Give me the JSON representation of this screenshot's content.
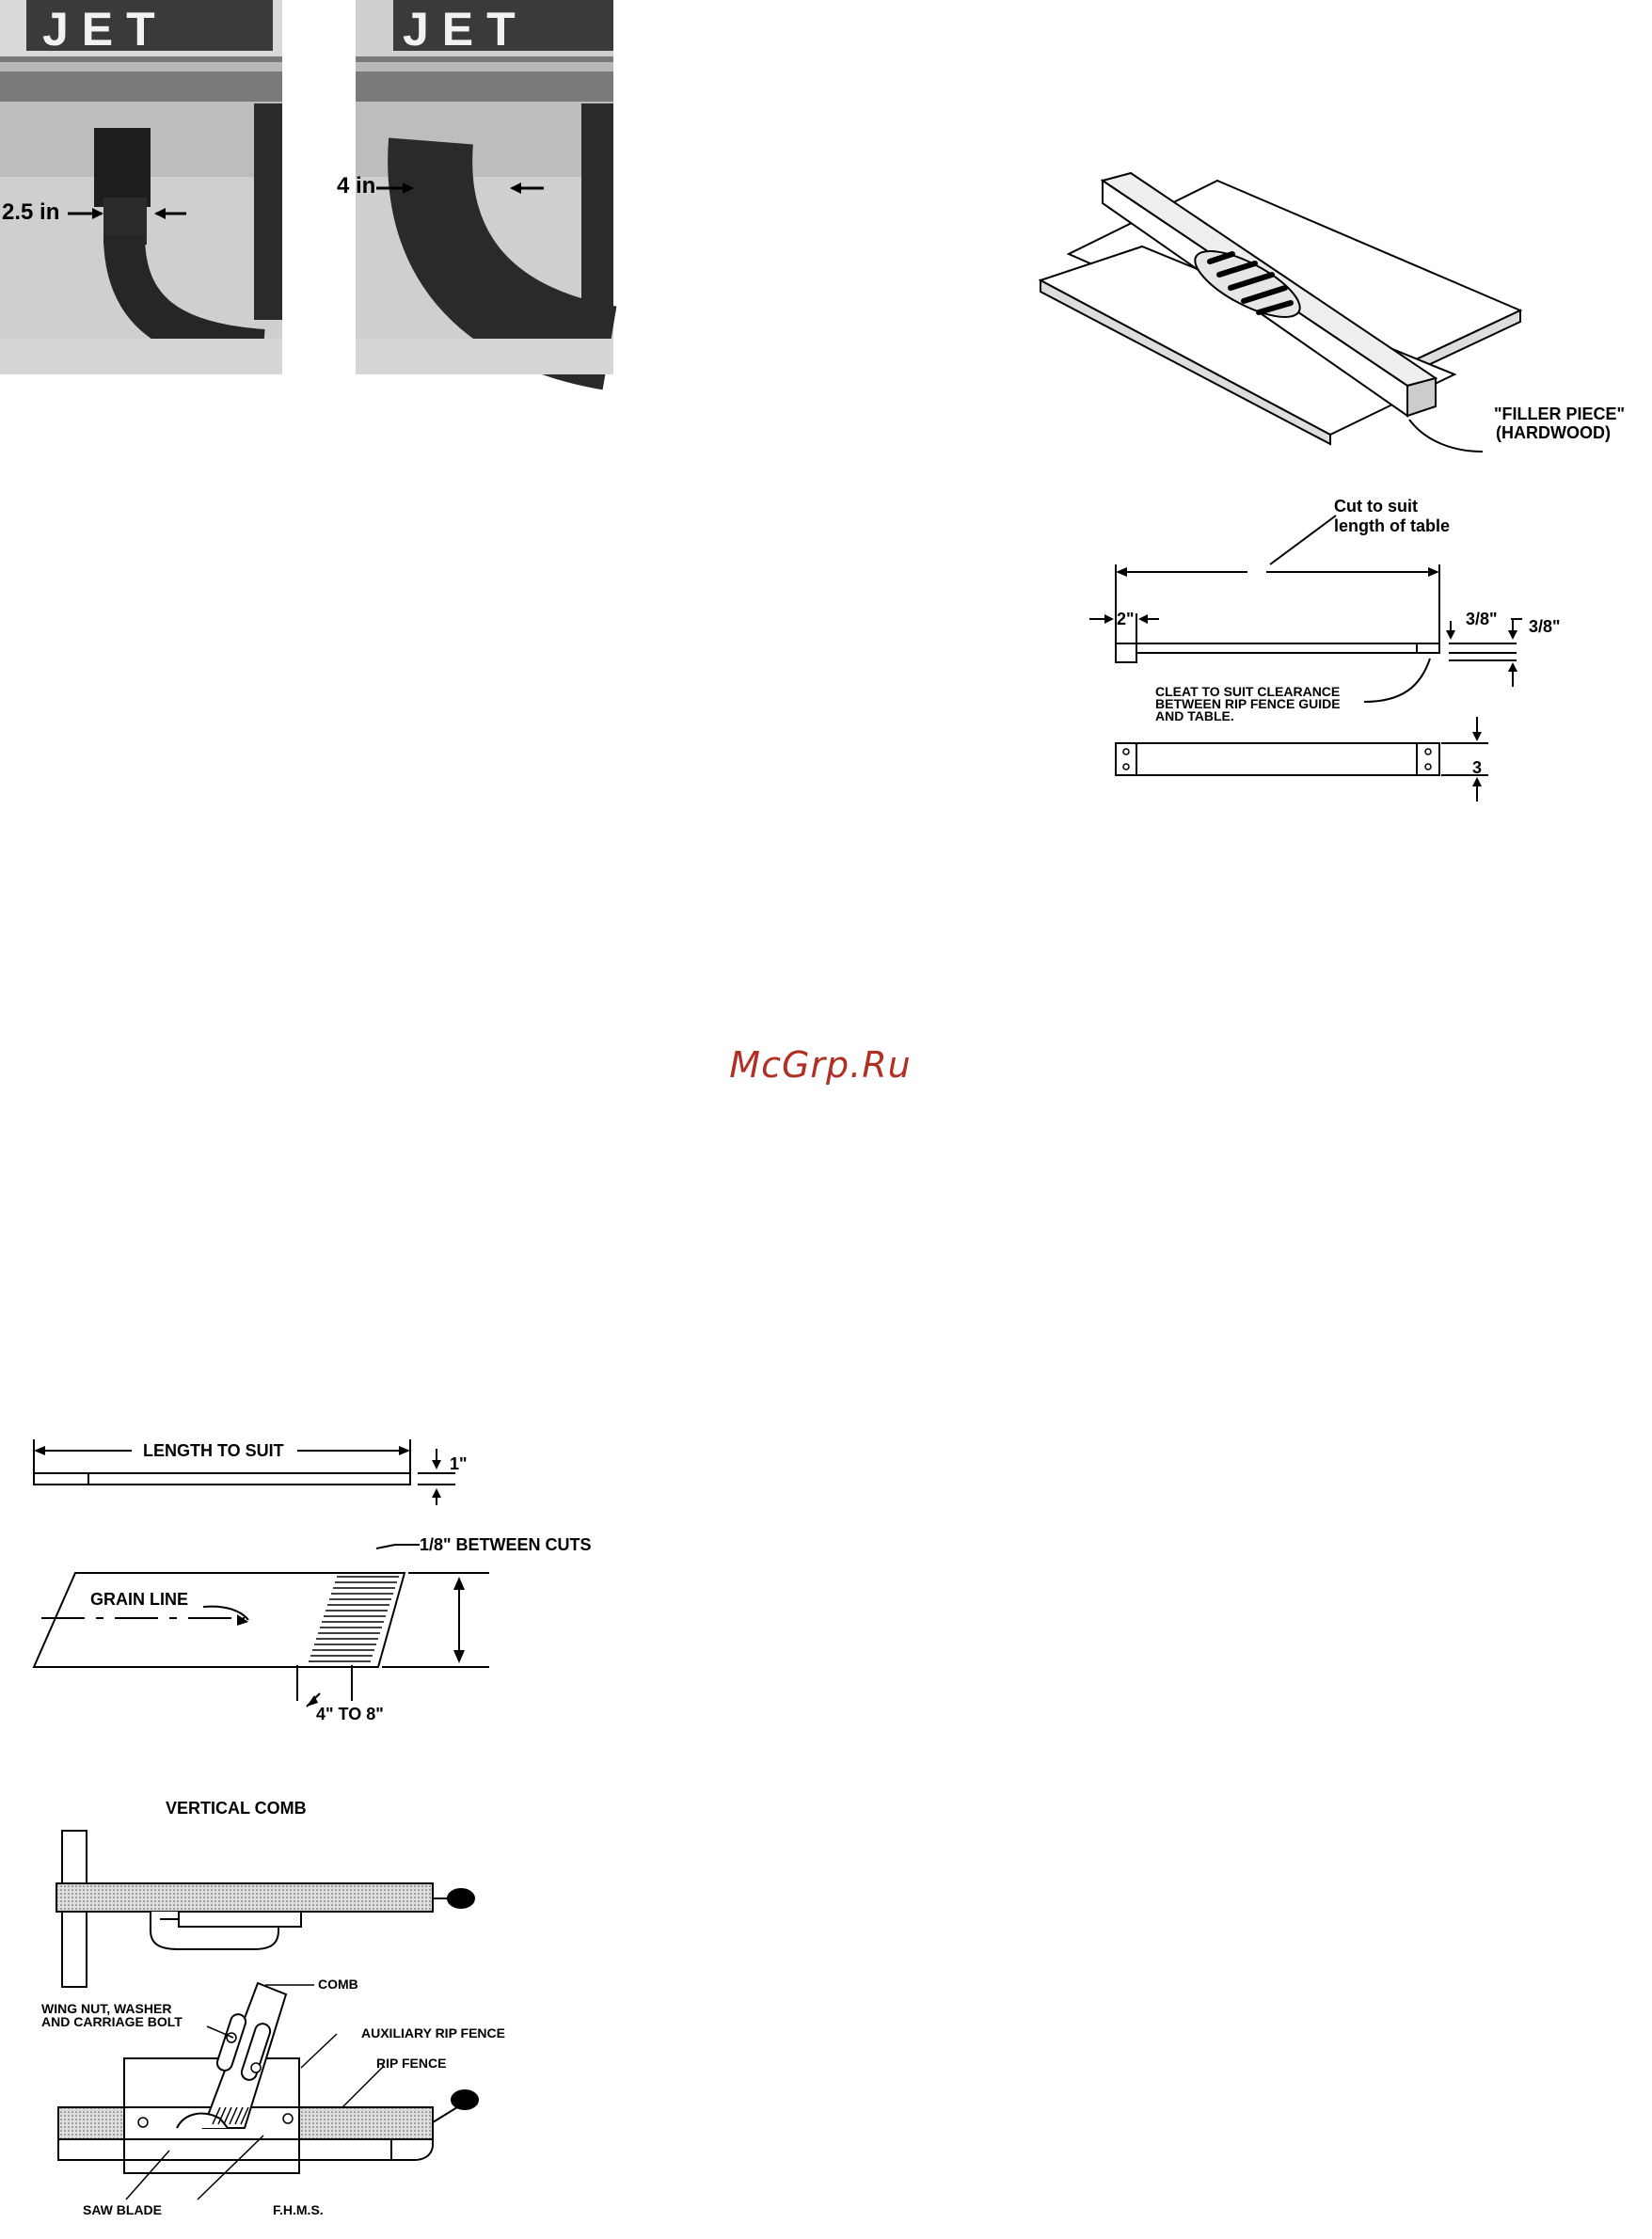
{
  "photos": {
    "brand": "JET",
    "left_size": "2.5 in",
    "right_size": "4 in"
  },
  "filler_figure": {
    "filler_label_line1": "\"FILLER PIECE\"",
    "filler_label_line2": "(HARDWOOD)"
  },
  "cleat_figure": {
    "cut_note_line1": "Cut to suit",
    "cut_note_line2": "length of table",
    "dim_2in": "2\"",
    "dim_3_8_a": "3/8\"",
    "dim_3_8_b": "3/8\"",
    "cleat_note_line1": "CLEAT TO SUIT CLEARANCE",
    "cleat_note_line2": "BETWEEN RIP FENCE GUIDE",
    "cleat_note_line3": "AND TABLE.",
    "dim_3": "3"
  },
  "watermark": "McGrp.Ru",
  "featherboard_figure": {
    "length_label": "LENGTH TO SUIT",
    "dim_1in": "1\"",
    "cuts_label": "1/8\" BETWEEN CUTS",
    "grain_label": "GRAIN LINE",
    "range_label": "4\" TO 8\""
  },
  "comb_figure": {
    "vertical_comb": "VERTICAL COMB",
    "comb": "COMB",
    "wing_nut_line1": "WING NUT, WASHER",
    "wing_nut_line2": "AND CARRIAGE BOLT",
    "aux_fence": "AUXILIARY RIP FENCE",
    "rip_fence": "RIP FENCE",
    "saw_blade": "SAW BLADE",
    "fhms": "F.H.M.S."
  }
}
